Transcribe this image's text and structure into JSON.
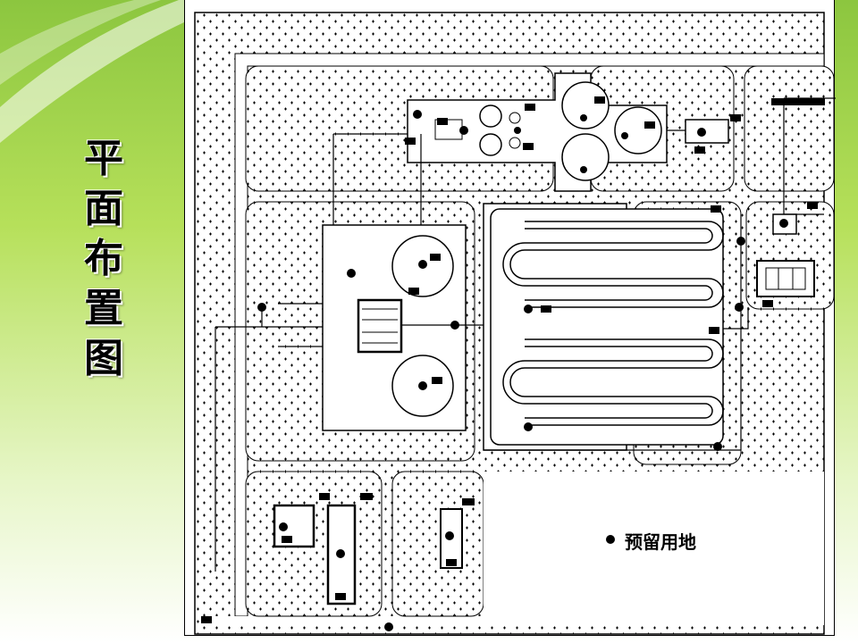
{
  "slide": {
    "title_chars": [
      "平",
      "面",
      "布",
      "置",
      "图"
    ],
    "accent_colors": [
      "#a9d93b",
      "#7cc52d",
      "#ffffff"
    ]
  },
  "plan": {
    "reserve_label": "预留用地",
    "hatch_color": "#000000",
    "line_color": "#000000"
  }
}
